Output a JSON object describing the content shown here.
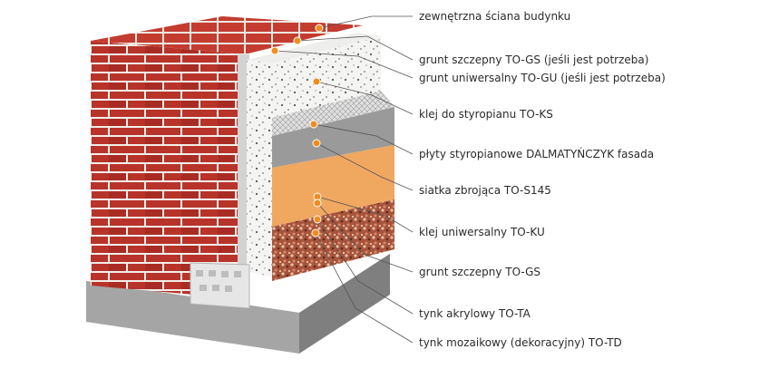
{
  "labels": [
    "zewnętrzna ściana budynku",
    "grunt szczepny TO-GS (jeśli jest potrzeba)",
    "grunt uniwersalny TO-GU (jeśli jest potrzeba)",
    "klej do styropianu TO-KS",
    "płyty styropianowe DALMATYŃCZYK fasada",
    "siatka zbrojąca TO-S145",
    "klej uniwersalny TO-KU",
    "grunt szczepny TO-GS",
    "tynk akrylowy TO-TA",
    "tynk mozaikowy (dekoracyjny) TO-TD"
  ],
  "colors": {
    "brick": "#b8332a",
    "mortar": "#f2efe9",
    "styrofoam": "#f4f4f2",
    "mesh": "#c9c9c9",
    "adhesive": "#9a9a9a",
    "acrylic_plaster": "#f0a760",
    "mosaic_plaster": "#a7543c",
    "marker": "#f08c1e",
    "leader_line": "#555555",
    "base": "#9e9e9e"
  }
}
